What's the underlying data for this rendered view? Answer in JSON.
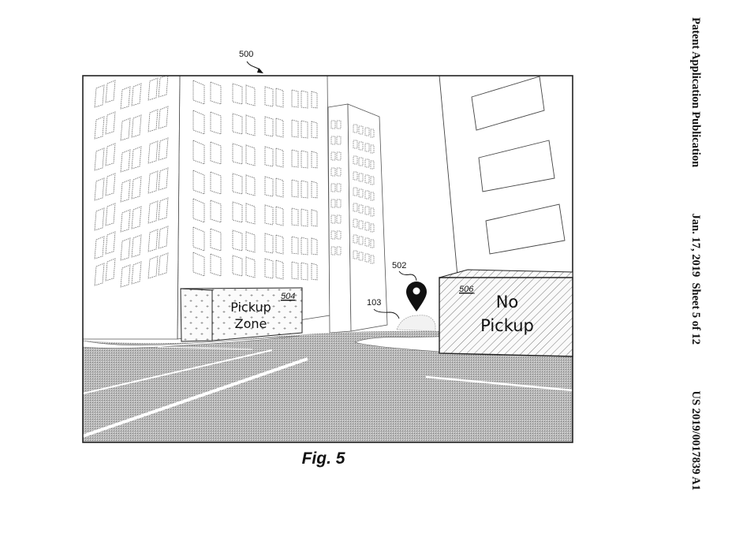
{
  "header": {
    "publication_type": "Patent Application Publication",
    "date_sheet": "Jan. 17, 2019  Sheet 5 of 12",
    "publication_number": "US 2019/0017839 A1"
  },
  "figure": {
    "caption": "Fig. 5",
    "reference_numerals": {
      "figure": "500",
      "location_pin": "502",
      "vehicle": "103",
      "pickup_zone": "504",
      "no_pickup_zone": "506"
    },
    "pickup_zone_label": [
      "Pickup",
      "Zone"
    ],
    "no_pickup_label": [
      "No",
      "Pickup"
    ]
  }
}
